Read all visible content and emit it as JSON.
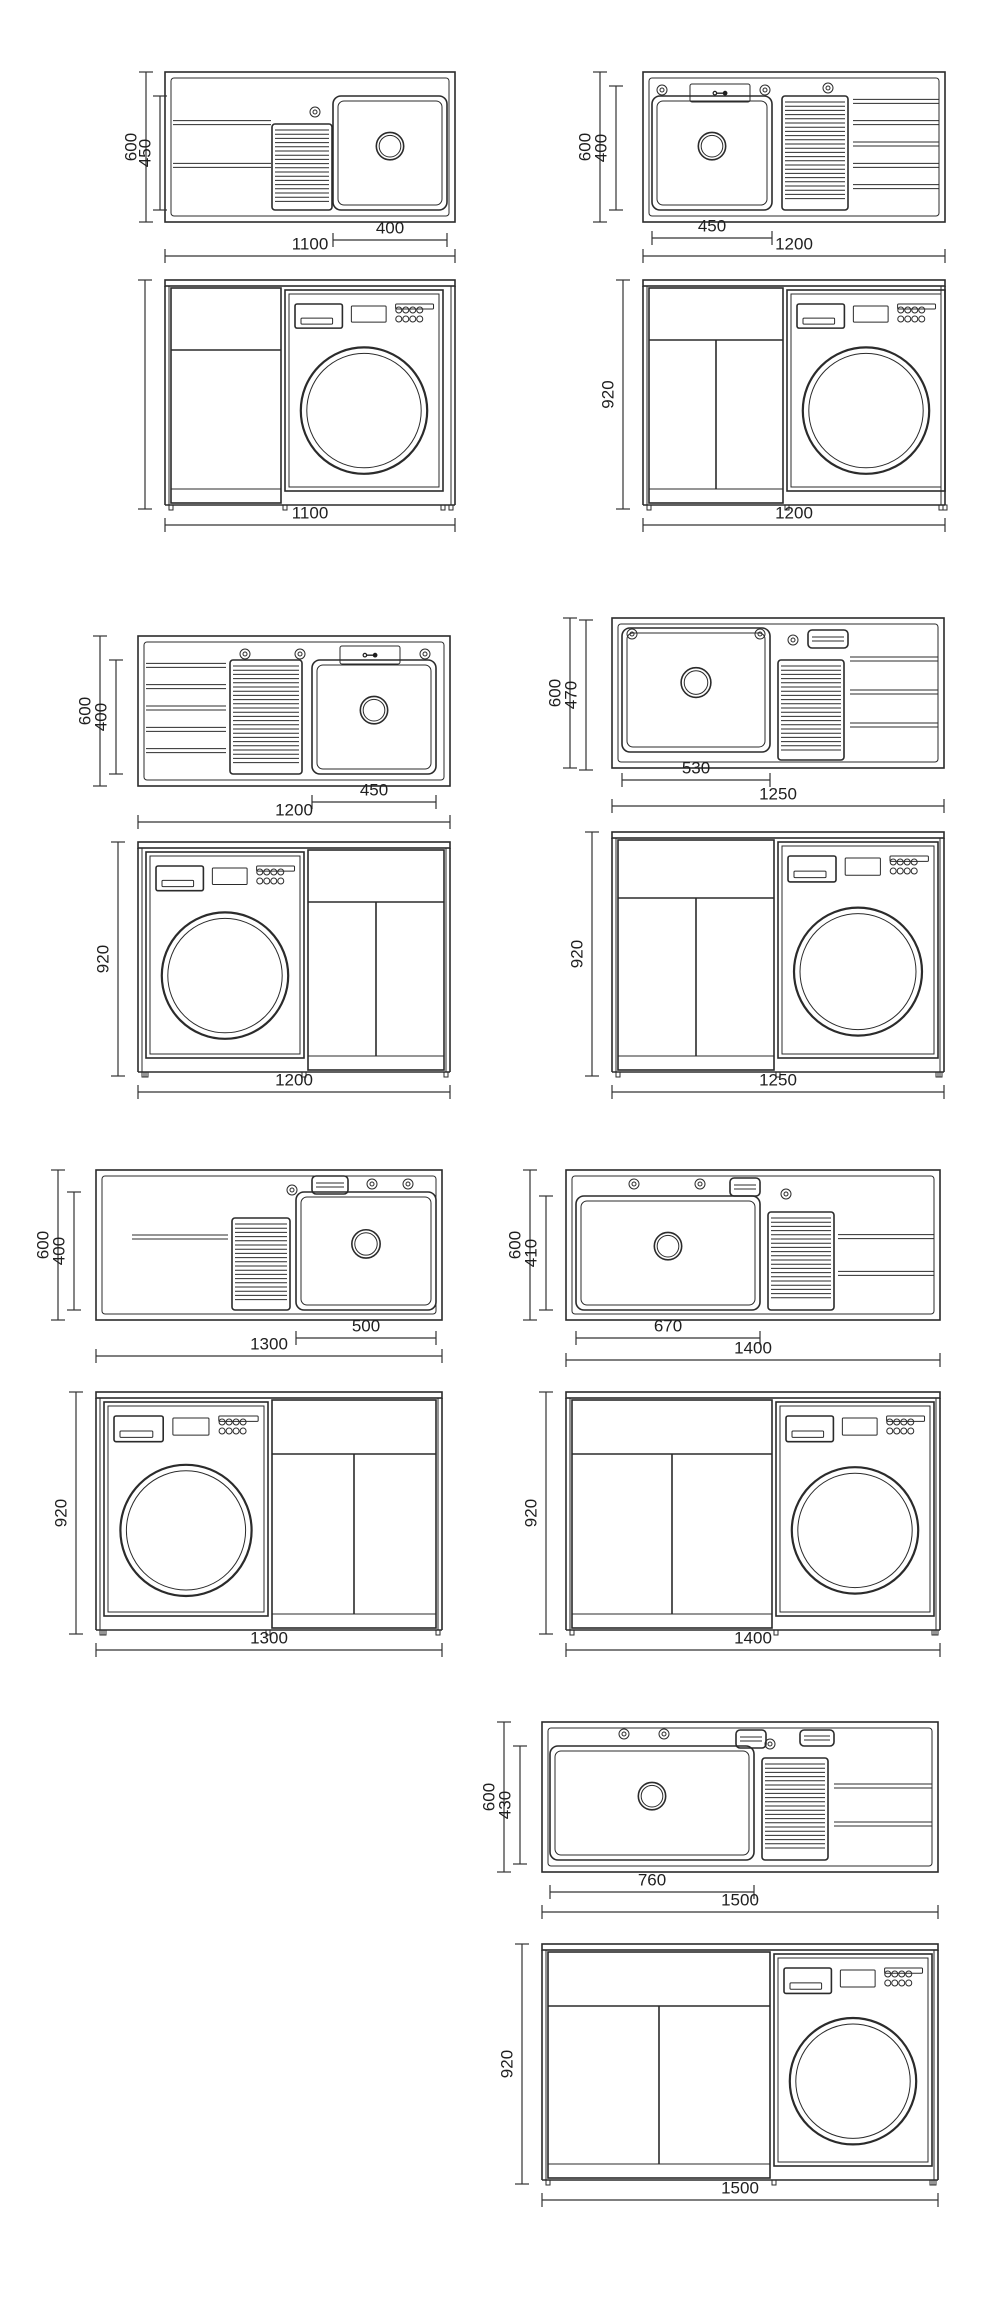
{
  "units": [
    {
      "id": "1100",
      "sink_side": "right",
      "top": {
        "width": "1100",
        "depth": "600",
        "basin_depth": "450",
        "basin_width": "400"
      },
      "front": {
        "width": "1100",
        "height": ""
      }
    },
    {
      "id": "1200a",
      "sink_side": "left",
      "top": {
        "width": "1200",
        "depth": "600",
        "basin_depth": "400",
        "basin_width": "450"
      },
      "front": {
        "width": "1200",
        "height": "920"
      }
    },
    {
      "id": "1200b",
      "sink_side": "right",
      "top": {
        "width": "1200",
        "depth": "600",
        "basin_depth": "400",
        "basin_width": "450"
      },
      "front": {
        "width": "1200",
        "height": "920"
      }
    },
    {
      "id": "1250",
      "sink_side": "left",
      "top": {
        "width": "1250",
        "depth": "600",
        "basin_depth": "470",
        "basin_width": "530"
      },
      "front": {
        "width": "1250",
        "height": "920"
      }
    },
    {
      "id": "1300",
      "sink_side": "right",
      "top": {
        "width": "1300",
        "depth": "600",
        "basin_depth": "400",
        "basin_width": "500"
      },
      "front": {
        "width": "1300",
        "height": "920"
      }
    },
    {
      "id": "1400",
      "sink_side": "left",
      "top": {
        "width": "1400",
        "depth": "600",
        "basin_depth": "410",
        "basin_width": "670"
      },
      "front": {
        "width": "1400",
        "height": "920"
      }
    },
    {
      "id": "1500",
      "sink_side": "left",
      "top": {
        "width": "1500",
        "depth": "600",
        "basin_depth": "430",
        "basin_width": "760"
      },
      "front": {
        "width": "1500",
        "height": "920"
      }
    }
  ]
}
